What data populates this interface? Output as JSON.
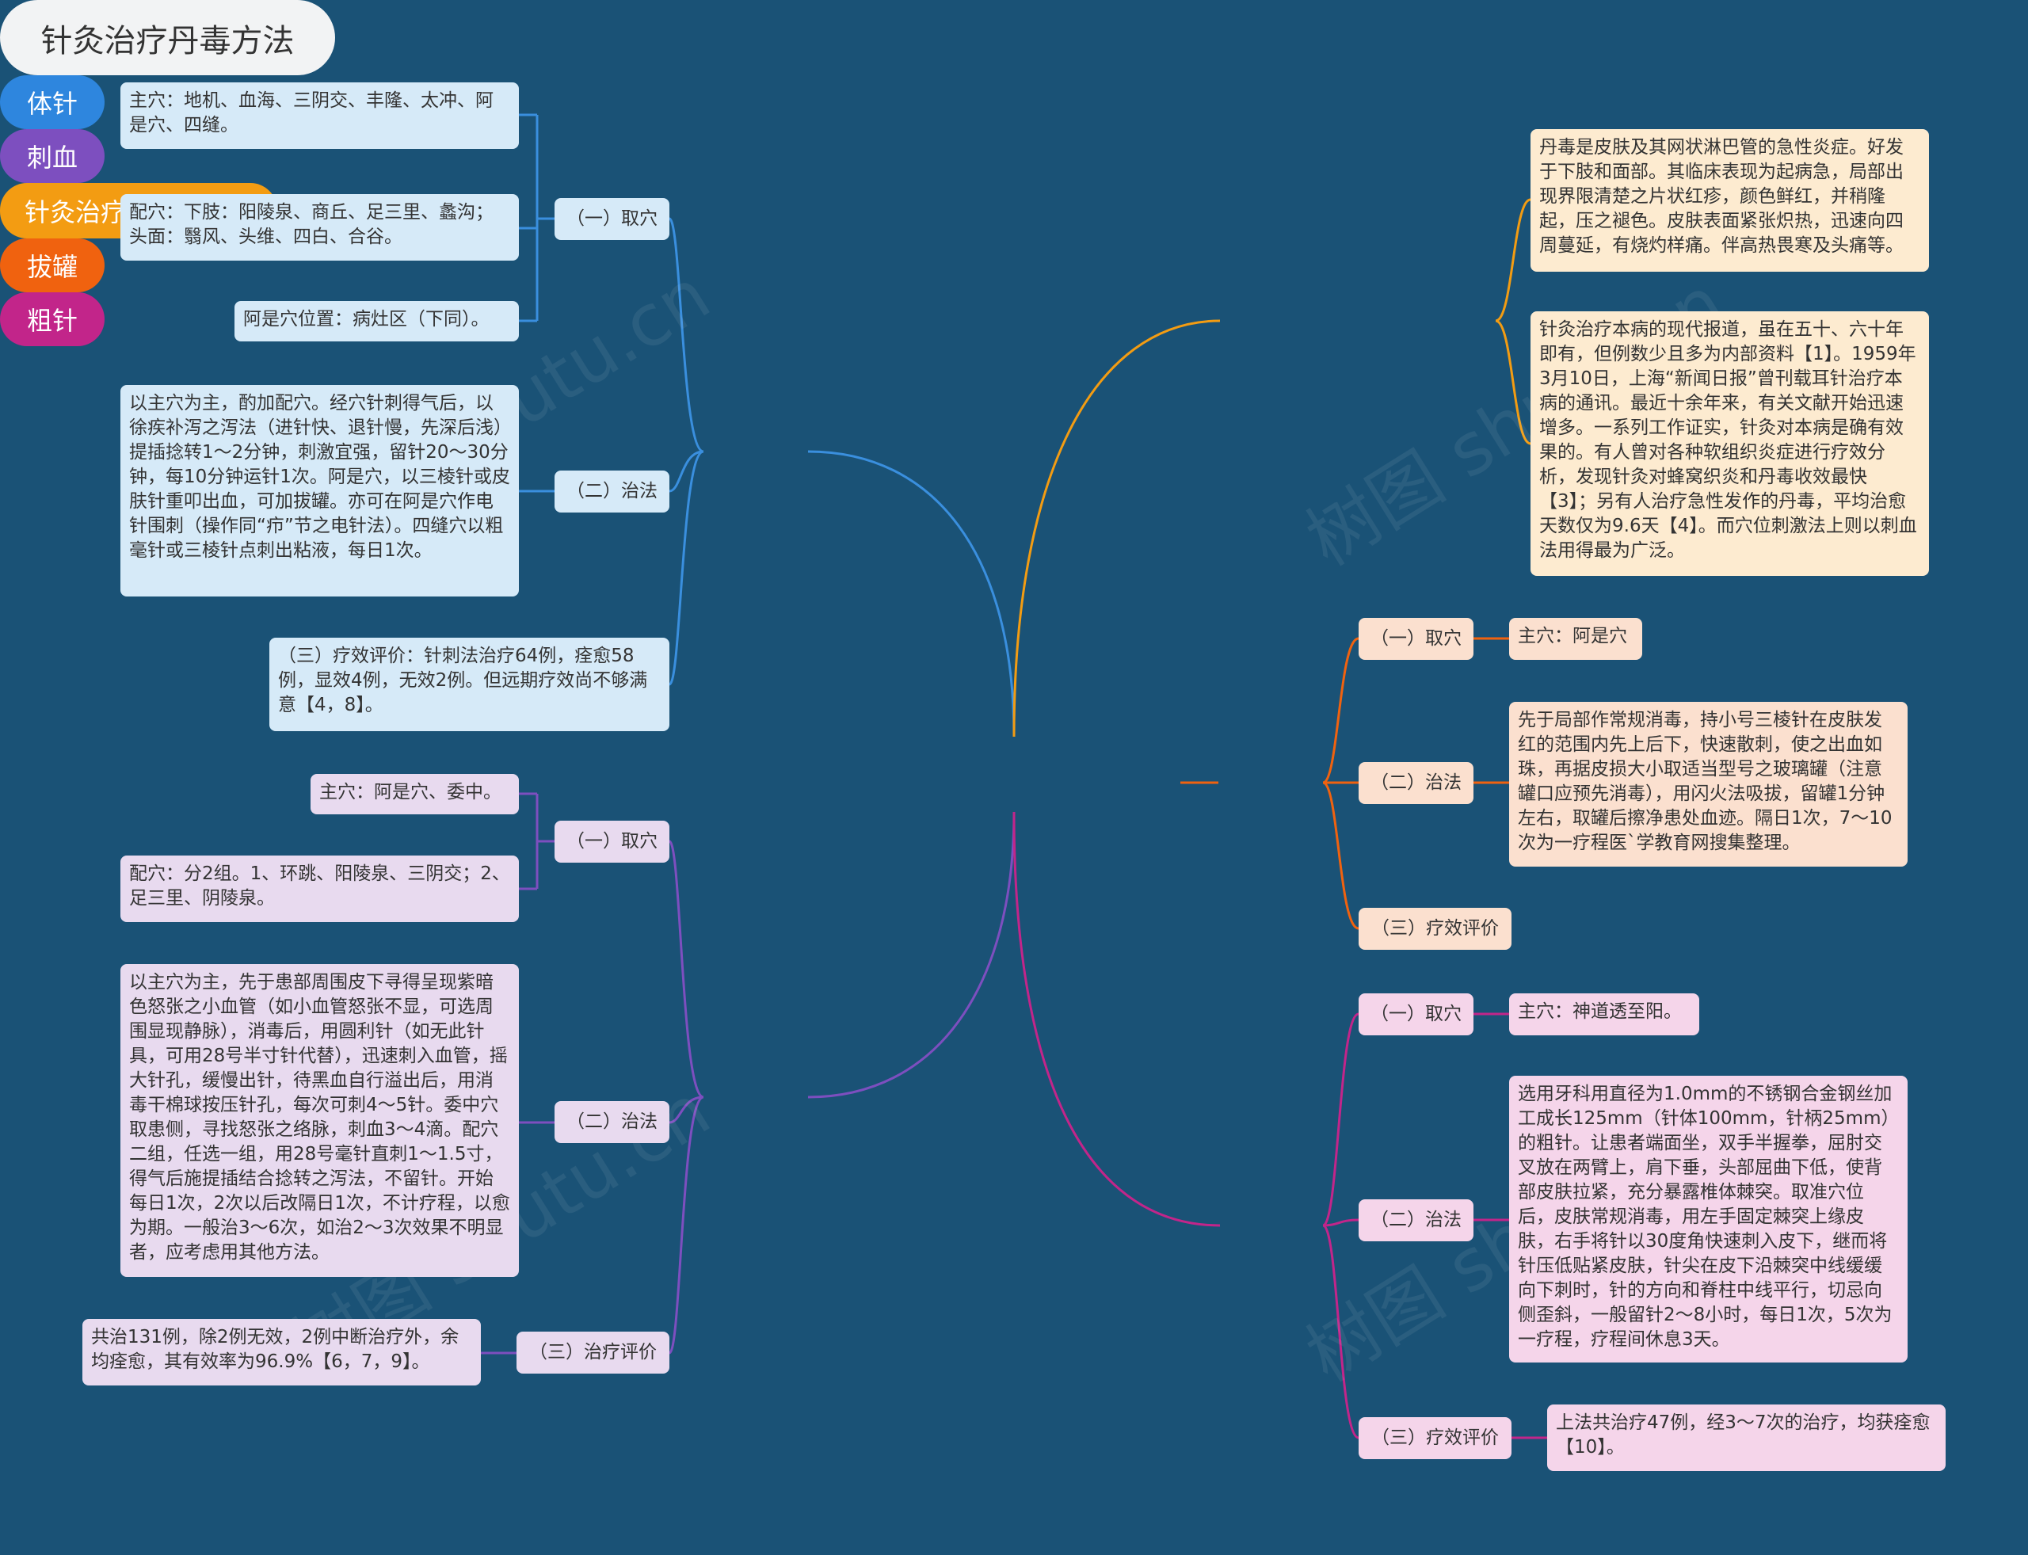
{
  "root": "针灸治疗丹毒方法",
  "watermark": "树图 shutu.cn",
  "colors": {
    "background": "#1a5276",
    "tizhen": "#2e86de",
    "cixue": "#7d4fbf",
    "intro": "#f39c12",
    "baguan": "#f0620f",
    "cuzhen": "#c2258a"
  },
  "branches": {
    "tizhen": {
      "label": "体针",
      "sub1": {
        "label": "（一）取穴",
        "leaf1": "主穴：地机、血海、三阴交、丰隆、太冲、阿是穴、四缝。",
        "leaf2": "配穴：下肢：阳陵泉、商丘、足三里、蠡沟；头面：翳风、头维、四白、合谷。",
        "leaf3": "阿是穴位置：病灶区（下同）。"
      },
      "sub2": {
        "label": "（二）治法",
        "leaf1": "以主穴为主，酌加配穴。经穴针刺得气后，以徐疾补泻之泻法（进针快、退针慢，先深后浅）提插捻转1～2分钟，刺激宜强，留针20～30分钟，每10分钟运针1次。阿是穴，以三棱针或皮肤针重叩出血，可加拔罐。亦可在阿是穴作电针围刺（操作同“疖”节之电针法）。四缝穴以粗毫针或三棱针点刺出粘液，每日1次。"
      },
      "sub3": {
        "label": "（三）疗效评价：针刺法治疗64例，痊愈58例，显效4例，无效2例。但远期疗效尚不够满意【4，8】。"
      }
    },
    "cixue": {
      "label": "刺血",
      "sub1": {
        "label": "（一）取穴",
        "leaf1": "主穴：阿是穴、委中。",
        "leaf2": "配穴：分2组。1、环跳、阳陵泉、三阴交；2、足三里、阴陵泉。"
      },
      "sub2": {
        "label": "（二）治法",
        "leaf1": "以主穴为主，先于患部周围皮下寻得呈现紫暗色怒张之小血管（如小血管怒张不显，可选周围显现静脉），消毒后，用圆利针（如无此针具，可用28号半寸针代替），迅速刺入血管，摇大针孔，缓慢出针，待黑血自行溢出后，用消毒干棉球按压针孔，每次可刺4～5针。委中穴取患侧，寻找怒张之络脉，刺血3～4滴。配穴二组，任选一组，用28号毫针直刺1～1.5寸，得气后施提插结合捻转之泻法，不留针。开始每日1次，2次以后改隔日1次，不计疗程，以愈为期。一般治3～6次，如治2～3次效果不明显者，应考虑用其他方法。"
      },
      "sub3": {
        "label": "（三）治疗评价",
        "leaf1": "共治131例，除2例无效，2例中断治疗外，余均痊愈，其有效率为96.9%【6，7，9】。"
      }
    },
    "intro": {
      "label": "针灸治疗丹毒方法：",
      "leaf1": "丹毒是皮肤及其网状淋巴管的急性炎症。好发于下肢和面部。其临床表现为起病急，局部出现界限清楚之片状红疹，颜色鲜红，并稍隆起，压之褪色。皮肤表面紧张炽热，迅速向四周蔓延，有烧灼样痛。伴高热畏寒及头痛等。",
      "leaf2": "针灸治疗本病的现代报道，虽在五十、六十年即有，但例数少且多为内部资料【1】。1959年3月10日，上海“新闻日报”曾刊载耳针治疗本病的通讯。最近十余年来，有关文献开始迅速增多。一系列工作证实，针灸对本病是确有效果的。有人曾对各种软组织炎症进行疗效分析，发现针灸对蜂窝织炎和丹毒收效最快【3】；另有人治疗急性发作的丹毒，平均治愈天数仅为9.6天【4】。而穴位刺激法上则以刺血法用得最为广泛。"
    },
    "baguan": {
      "label": "拔罐",
      "sub1": {
        "label": "（一）取穴",
        "leaf1": "主穴：阿是穴"
      },
      "sub2": {
        "label": "（二）治法",
        "leaf1": "先于局部作常规消毒，持小号三棱针在皮肤发红的范围内先上后下，快速散刺，使之出血如珠，再据皮损大小取适当型号之玻璃罐（注意罐口应预先消毒），用闪火法吸拔，留罐1分钟左右，取罐后擦净患处血迹。隔日1次，7～10次为一疗程医`学教育网搜集整理。"
      },
      "sub3": {
        "label": "（三）疗效评价"
      }
    },
    "cuzhen": {
      "label": "粗针",
      "sub1": {
        "label": "（一）取穴",
        "leaf1": "主穴：神道透至阳。"
      },
      "sub2": {
        "label": "（二）治法",
        "leaf1": "选用牙科用直径为1.0mm的不锈钢合金钢丝加工成长125mm（针体100mm，针柄25mm）的粗针。让患者端面坐，双手半握拳，屈肘交叉放在两臂上，肩下垂，头部屈曲下低，使背部皮肤拉紧，充分暴露椎体棘突。取准穴位后，皮肤常规消毒，用左手固定棘突上缘皮肤，右手将针以30度角快速刺入皮下，继而将针压低贴紧皮肤，针尖在皮下沿棘突中线缓缓向下刺时，针的方向和脊柱中线平行，切忌向侧歪斜，一般留针2～8小时，每日1次，5次为一疗程，疗程间休息3天。"
      },
      "sub3": {
        "label": "（三）疗效评价",
        "leaf1": "上法共治疗47例，经3～7次的治疗，均获痊愈【10】。"
      }
    }
  }
}
